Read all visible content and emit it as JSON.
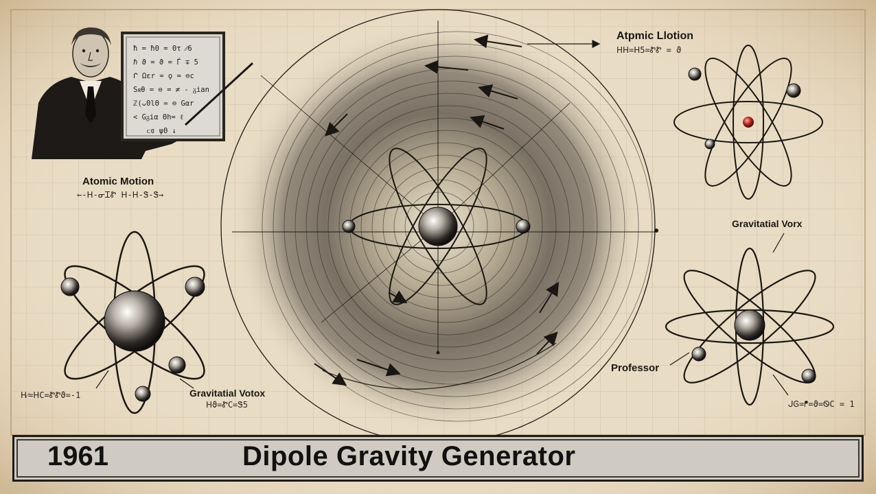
{
  "colors": {
    "paper": "#e9dcc4",
    "ink": "#1a1712",
    "grid": "#c9b9a0",
    "banner_bg": "#cfcbc2",
    "nucleus_accent": "#c0281e"
  },
  "icons": [
    "professor-portrait",
    "chalkboard",
    "pointer-stick",
    "atom-icon",
    "vortex-diagram",
    "arrow-icon"
  ],
  "chalkboard": {
    "lines": [
      "ħ = ħ0 = 0τ ⁄⁄6",
      "ℏ ϑ = ϑ = Ѓ ∓ 5",
      "ᒋ Ωεr = ϙ = ⊖c",
      "Sᴙθ = ⊖ = ≠ - ᵹian",
      "ℤ(ᴗ0lΘ ≈ ⊖ Gαr",
      "< Gᵹiα Θh= ℓ",
      "ᴄɞ ψΘ ↓"
    ]
  },
  "labels": {
    "atomic_motion_left": "Atomic Motion",
    "atomic_motion_left_sub": "←-ᕼ-ᓂᏆᏑ ᕼ-ᕼ-Ꮥ-Ꮥ→",
    "atomic_motion_top": "Atpmic Llotion",
    "atomic_motion_top_sub": "ᕼᕼ=ᕼ5=ᏑᏑ = ϑ",
    "gravitatial_vorx": "Gravitatial Vorx",
    "gravitatial_votox": "Gravitatial Votox",
    "gravitatial_votox_sub": "ᕼϑ=ᏑϹ=Ꮥ5",
    "professor": "Professor",
    "left_equation": "ᕼ⁄=ᕼϹ=ᏑᏑϑ=-1",
    "right_equation": "ᒍᎶ=ᖰ=ϑ=ᏫϹ = 1"
  },
  "banner": {
    "year": "1961",
    "title": "Dipole Gravity Generator"
  }
}
